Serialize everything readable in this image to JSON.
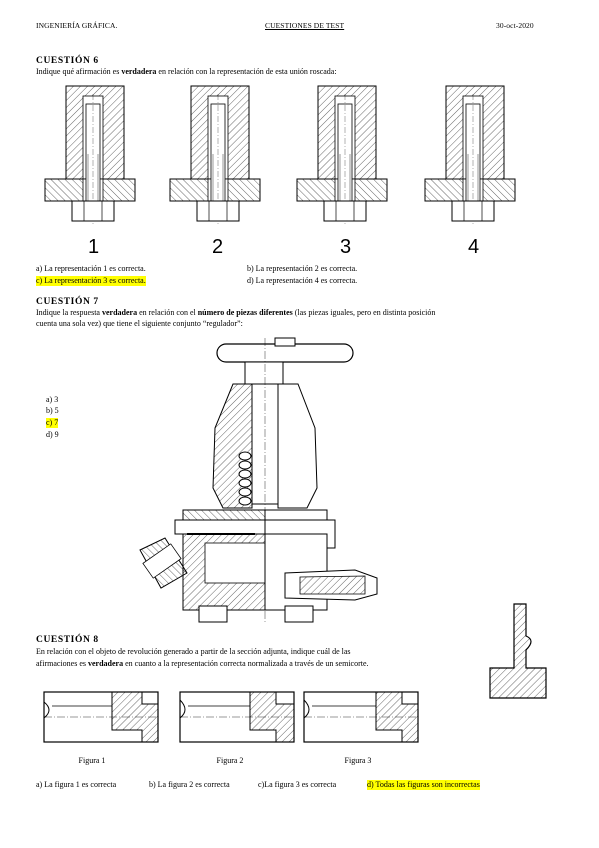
{
  "header": {
    "left": "INGENIERÍA GRÁFICA.",
    "center": "CUESTIONES DE TEST",
    "right": "30-oct-2020"
  },
  "q6": {
    "title": "CUESTIÓN 6",
    "prompt_pre": "Indique qué afirmación es ",
    "prompt_bold": "verdadera",
    "prompt_post": " en relación con la representación de esta unión roscada:",
    "figure_numbers": [
      "1",
      "2",
      "3",
      "4"
    ],
    "options": {
      "a": "a) La representación 1 es correcta.",
      "b": "b) La representación 2 es correcta.",
      "c": "c) La representación 3 es correcta.",
      "d": "d) La representación 4 es correcta."
    }
  },
  "q7": {
    "title": "CUESTIÓN 7",
    "prompt_1": "Indique la respuesta ",
    "prompt_bold1": "verdadera",
    "prompt_2": " en relación con el ",
    "prompt_bold2": "número de piezas diferentes",
    "prompt_3": " (las piezas iguales, pero en distinta posición",
    "prompt_line2": "cuenta una sola vez) que tiene el siguiente conjunto “regulador”:",
    "options": [
      "a) 3",
      "b) 5",
      "c) 7",
      "d) 9"
    ]
  },
  "q8": {
    "title": "CUESTIÓN 8",
    "prompt_line1": "En relación con el objeto de revolución generado a partir de la sección adjunta, indique cuál de las",
    "prompt_line2_pre": "afirmaciones es ",
    "prompt_line2_bold": "verdadera",
    "prompt_line2_post": " en cuanto a la representación correcta normalizada a través de un semicorte.",
    "captions": [
      "Figura 1",
      "Figura 2",
      "Figura 3"
    ],
    "options": {
      "a": "a) La figura 1 es correcta",
      "b": "b) La figura 2 es correcta",
      "c": "c)La figura 3 es correcta",
      "d": "d) Todas las figuras son incorrectas"
    }
  },
  "colors": {
    "highlight": "#ffff00",
    "ink": "#000000"
  }
}
